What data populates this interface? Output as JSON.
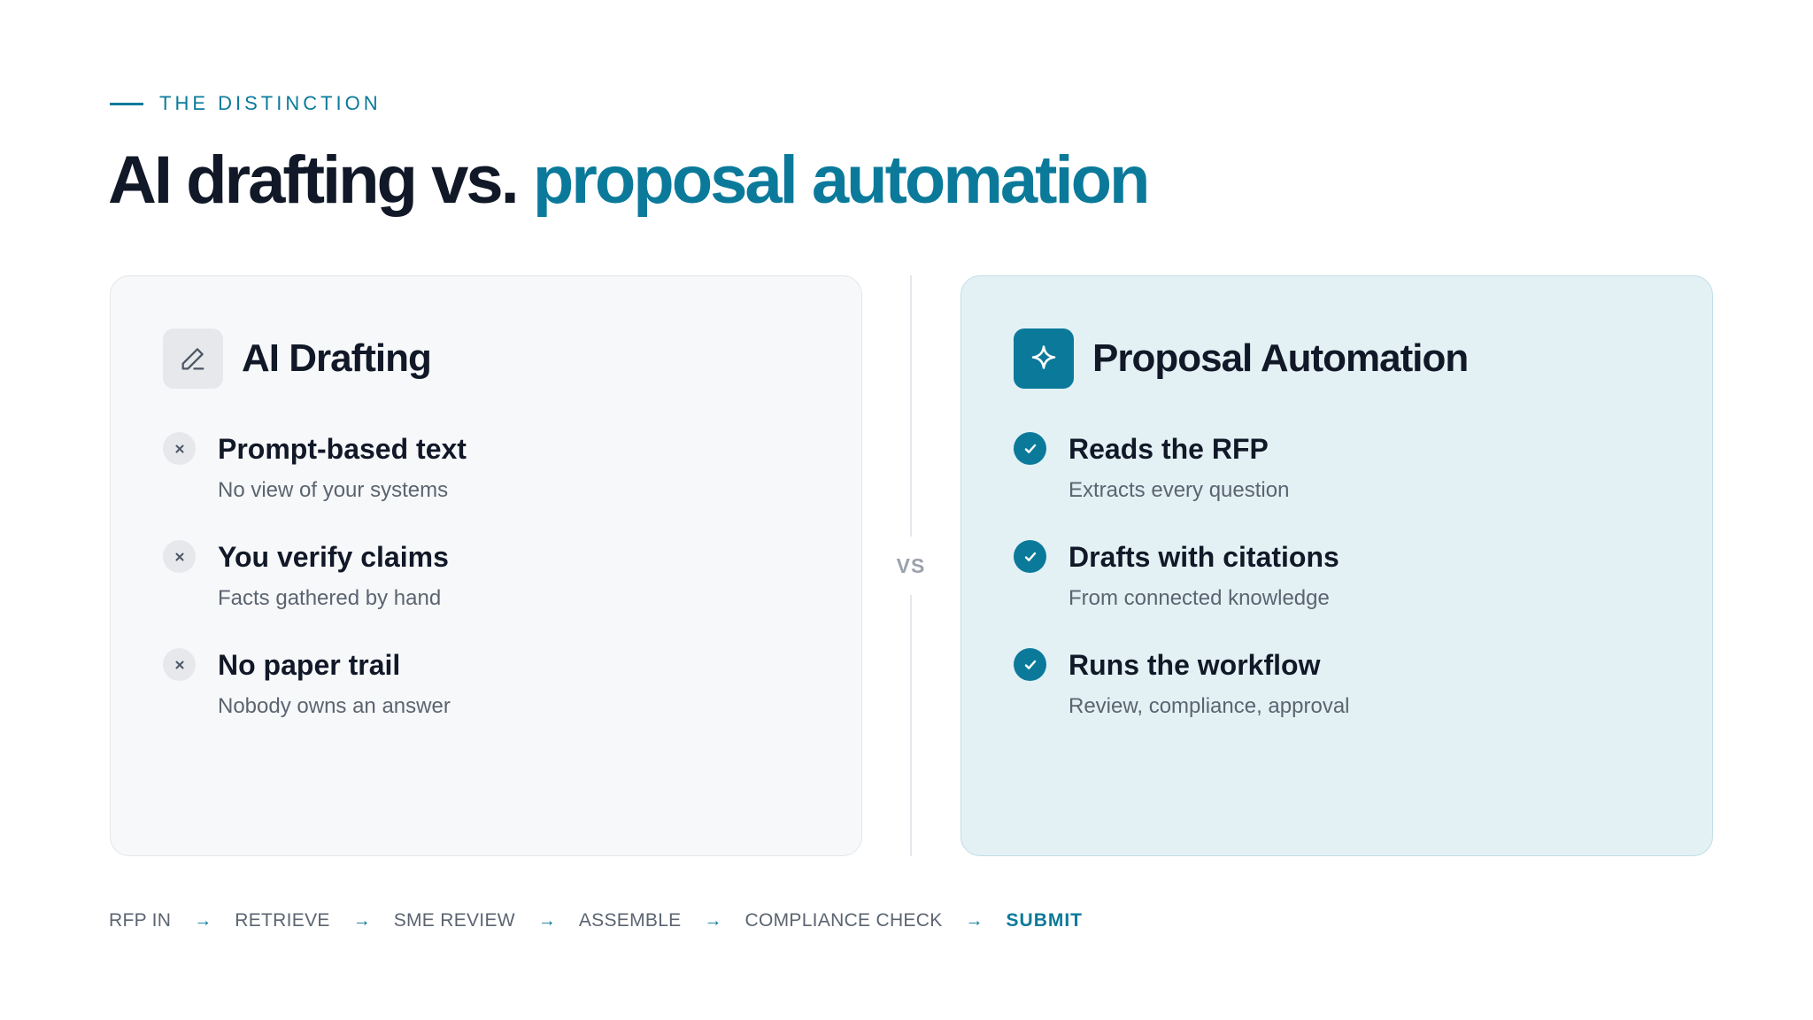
{
  "eyebrow": "THE DISTINCTION",
  "title": {
    "main": "AI drafting vs.",
    "accent": "proposal automation"
  },
  "left_card": {
    "title": "AI Drafting",
    "icon": "pencil-icon",
    "items": [
      {
        "title": "Prompt-based text",
        "sub": "No view of your systems",
        "marker": "x-icon"
      },
      {
        "title": "You verify claims",
        "sub": "Facts gathered by hand",
        "marker": "x-icon"
      },
      {
        "title": "No paper trail",
        "sub": "Nobody owns an answer",
        "marker": "x-icon"
      }
    ]
  },
  "right_card": {
    "title": "Proposal Automation",
    "icon": "sparkle-icon",
    "items": [
      {
        "title": "Reads the RFP",
        "sub": "Extracts every question",
        "marker": "check-icon"
      },
      {
        "title": "Drafts with citations",
        "sub": "From connected knowledge",
        "marker": "check-icon"
      },
      {
        "title": "Runs the workflow",
        "sub": "Review, compliance, approval",
        "marker": "check-icon"
      }
    ]
  },
  "vs": "VS",
  "pipeline": {
    "steps": [
      "RFP IN",
      "RETRIEVE",
      "SME REVIEW",
      "ASSEMBLE",
      "COMPLIANCE CHECK",
      "SUBMIT"
    ],
    "arrow": "→"
  },
  "colors": {
    "accent": "#0b7a9a",
    "text": "#111827",
    "muted": "#5b6470",
    "left_bg": "#f7f8fa",
    "right_bg": "#e3f1f5"
  }
}
